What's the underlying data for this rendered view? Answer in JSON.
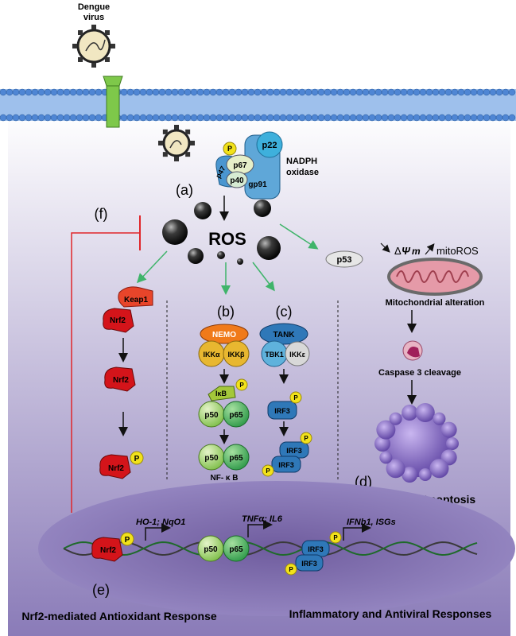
{
  "virus": {
    "title": "Dengue virus",
    "line1": "Dengue",
    "line2": "virus"
  },
  "labels": {
    "a": "(a)",
    "b": "(b)",
    "c": "(c)",
    "d": "(d)",
    "e": "(e)",
    "f": "(f)"
  },
  "nadph": {
    "p22": "p22",
    "p47": "p47",
    "p67": "p67",
    "p40": "p40",
    "gp91": "gp91",
    "p": "P",
    "name1": "NADPH",
    "name2": "oxidase"
  },
  "ros": "ROS",
  "mito": {
    "p53": "p53",
    "delta": "Ψ",
    "mitoros": "mitoROS",
    "alteration": "Mitochondrial alteration",
    "caspase": "Caspase 3 cleavage",
    "apoptosis": "Apoptosis"
  },
  "nrf2_path": {
    "keap1": "Keap1",
    "nrf2": "Nrf2",
    "p": "P"
  },
  "nfkb_path": {
    "nemo": "NEMO",
    "ikka": "IKKα",
    "ikkb": "IKKβ",
    "ikb": "IκB",
    "p50": "p50",
    "p65": "p65",
    "p": "P",
    "nfkb": "NF- κ B"
  },
  "irf_path": {
    "tank": "TANK",
    "tbk1": "TBK1",
    "ikke": "IKKε",
    "irf3": "IRF3",
    "p": "P"
  },
  "nucleus": {
    "gene1": "HO-1; NqO1",
    "gene2": "TNFα; IL6",
    "gene3": "IFNb1, ISGs"
  },
  "bottom": {
    "left": "Nrf2-mediated Antioxidant Response",
    "right": "Inflammatory and Antiviral Responses"
  },
  "colors": {
    "cell_top": "#ffffff",
    "cell_bottom": "#8a7bb8",
    "nucleus": "#7c6aa8",
    "membrane": "#5b8ed6",
    "nrf2": "#d4141a",
    "green": "#4aa34a",
    "ikk": "#e8b730",
    "nemo": "#f07a1a",
    "blue": "#2f78b8",
    "phospho": "#f2e21a",
    "arrow_green": "#3fb46a",
    "inhibit_red": "#e0262a",
    "apoptosis": "#7b5fb0",
    "mito": "#e59aa8"
  }
}
